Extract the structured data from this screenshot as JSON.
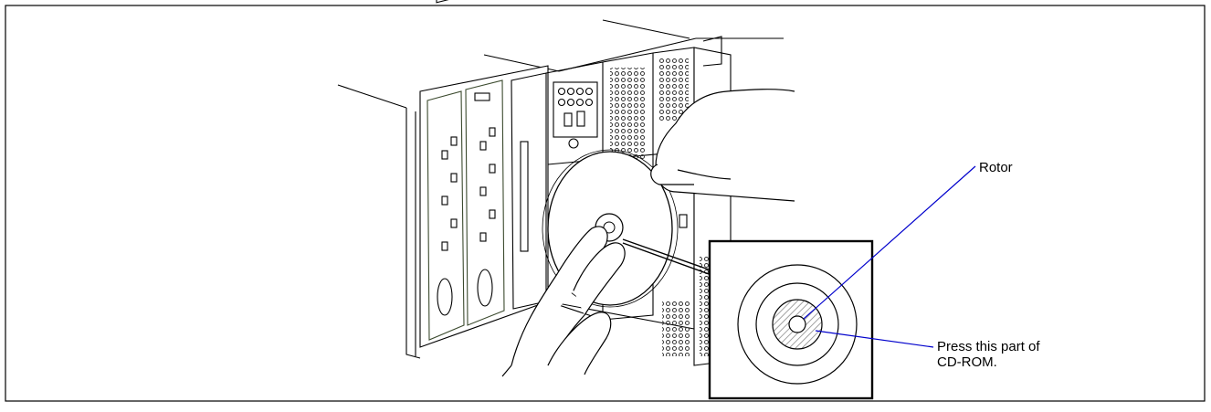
{
  "figure": {
    "callouts": {
      "rotor": "Rotor",
      "press": "Press this part of\nCD-ROM."
    },
    "colors": {
      "leader_line": "#0000cc",
      "outline": "#000000",
      "hatch": "#9a9a9a",
      "background": "#ffffff",
      "panel_grille": "#333333"
    },
    "icons": [
      "server-chassis",
      "cd-rom-drive",
      "cd-rom-disc",
      "hand-icon",
      "hatched-rotor-ring"
    ]
  }
}
